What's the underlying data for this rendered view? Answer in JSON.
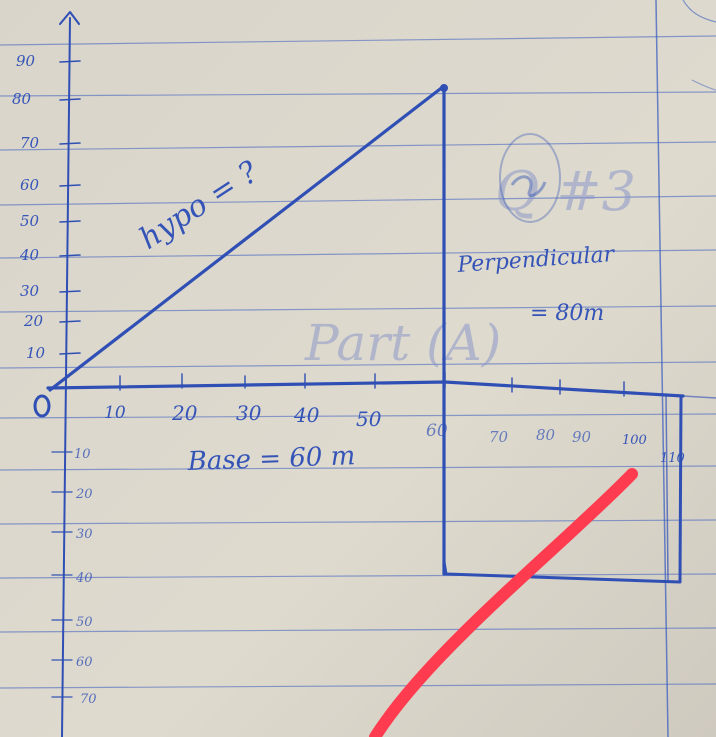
{
  "y_ticks_positive": [
    "90",
    "80",
    "70",
    "60",
    "50",
    "40",
    "30",
    "20",
    "10"
  ],
  "y_ticks_negative": [
    "10",
    "20",
    "30",
    "40",
    "50",
    "60",
    "70"
  ],
  "x_ticks": [
    "10",
    "20",
    "30",
    "40",
    "50",
    "60",
    "70",
    "80",
    "90",
    "100",
    "110"
  ],
  "origin_label": "O",
  "hypotenuse_label": "hypo = ?",
  "perpendicular_label": "Perpendicular",
  "perpendicular_value": "= 80m",
  "base_label": "Base = 60 m",
  "faint_marks": [
    "Q #3",
    "Part (A)"
  ],
  "colors": {
    "paper": "#dcd8cd",
    "ink": "#2f4fb5",
    "ruled": "#3c5fc0",
    "stroke": "#ff3b4f"
  }
}
